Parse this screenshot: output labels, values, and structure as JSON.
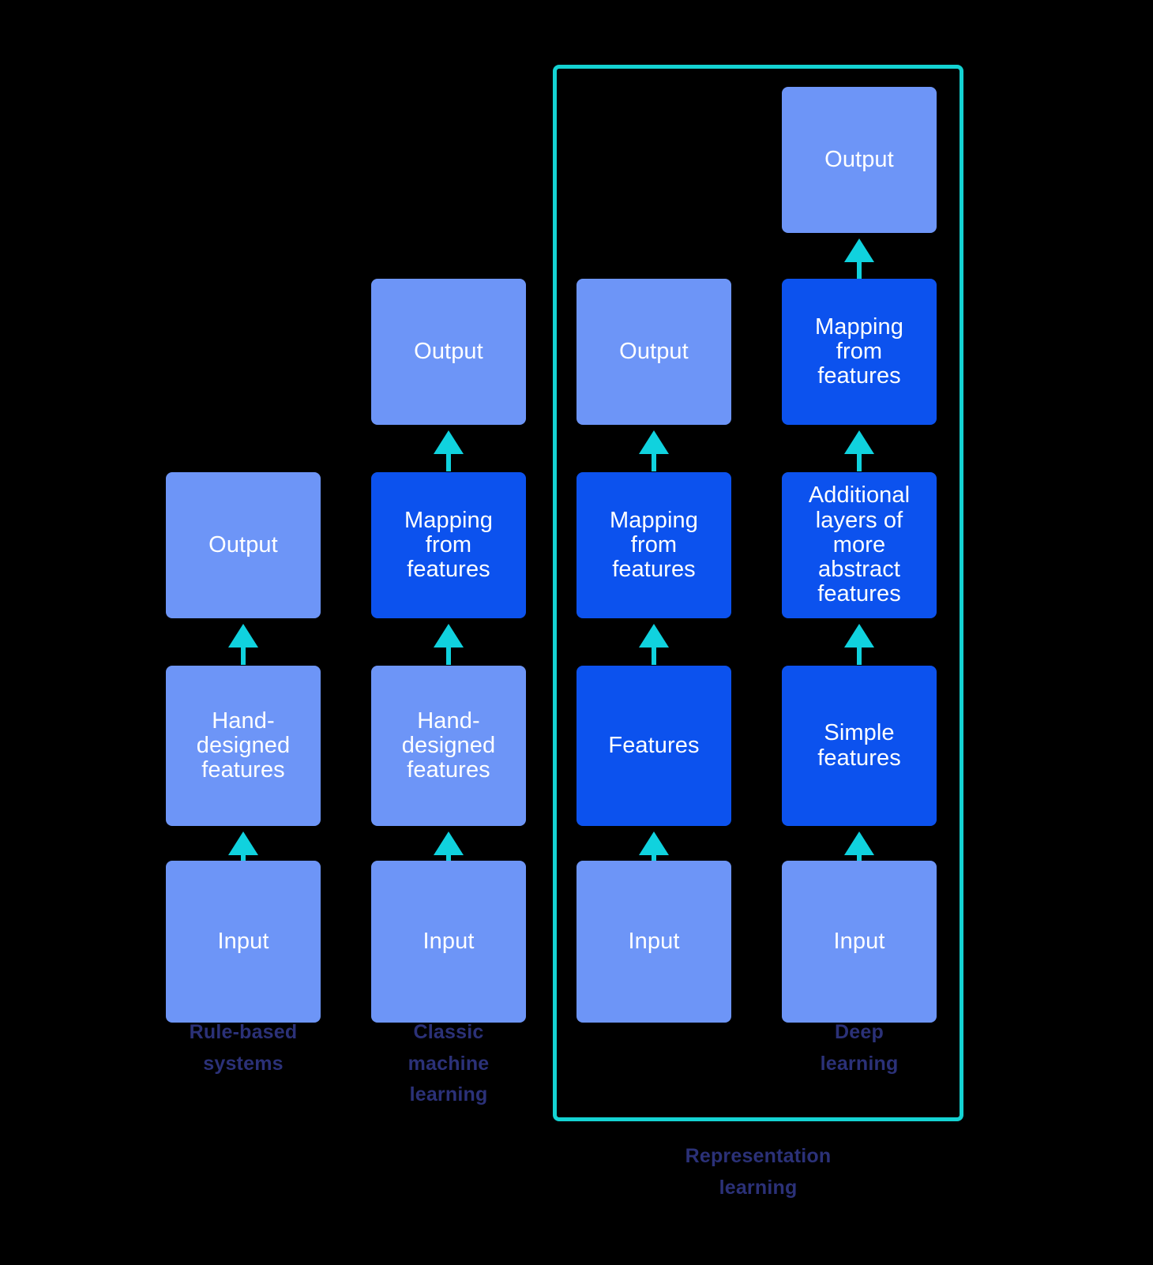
{
  "figure": {
    "title": "Rule-based systems vs classic machine learning vs representation learning vs deep learning",
    "background_color": "#000000",
    "colors": {
      "light_blue_box": "#6d95f7",
      "dark_blue_box": "#0c52ee",
      "arrow": "#10d2de",
      "group_outline": "#14d3d3",
      "caption_text": "#2b3178",
      "box_text": "#ffffff"
    }
  },
  "columns": [
    {
      "id": "rule-based-systems",
      "caption": "Rule-based\nsystems",
      "nodes": [
        {
          "id": "output",
          "label": "Output",
          "shade": "light"
        },
        {
          "id": "hand-designed",
          "label": "Hand-\ndesigned\nfeatures",
          "shade": "light"
        },
        {
          "id": "input",
          "label": "Input",
          "shade": "light"
        }
      ]
    },
    {
      "id": "classic-machine-learning",
      "caption": "Classic\nmachine\nlearning",
      "nodes": [
        {
          "id": "output",
          "label": "Output",
          "shade": "light"
        },
        {
          "id": "mapping",
          "label": "Mapping\nfrom\nfeatures",
          "shade": "dark"
        },
        {
          "id": "hand-designed",
          "label": "Hand-\ndesigned\nfeatures",
          "shade": "light"
        },
        {
          "id": "input",
          "label": "Input",
          "shade": "light"
        }
      ]
    },
    {
      "id": "representation-learning-middle",
      "caption": "",
      "nodes": [
        {
          "id": "output",
          "label": "Output",
          "shade": "light"
        },
        {
          "id": "mapping",
          "label": "Mapping\nfrom\nfeatures",
          "shade": "dark"
        },
        {
          "id": "features",
          "label": "Features",
          "shade": "dark"
        },
        {
          "id": "input",
          "label": "Input",
          "shade": "light"
        }
      ]
    },
    {
      "id": "deep-learning",
      "caption": "Deep\nlearning",
      "nodes": [
        {
          "id": "output",
          "label": "Output",
          "shade": "light"
        },
        {
          "id": "mapping",
          "label": "Mapping\nfrom\nfeatures",
          "shade": "dark"
        },
        {
          "id": "additional-layers",
          "label": "Additional\nlayers of\nmore\nabstract\nfeatures",
          "shade": "dark"
        },
        {
          "id": "simple-features",
          "label": "Simple\nfeatures",
          "shade": "dark"
        },
        {
          "id": "input",
          "label": "Input",
          "shade": "light"
        }
      ]
    }
  ],
  "group": {
    "caption": "Representation\nlearning",
    "spans_columns": [
      "representation-learning-middle",
      "deep-learning"
    ]
  }
}
